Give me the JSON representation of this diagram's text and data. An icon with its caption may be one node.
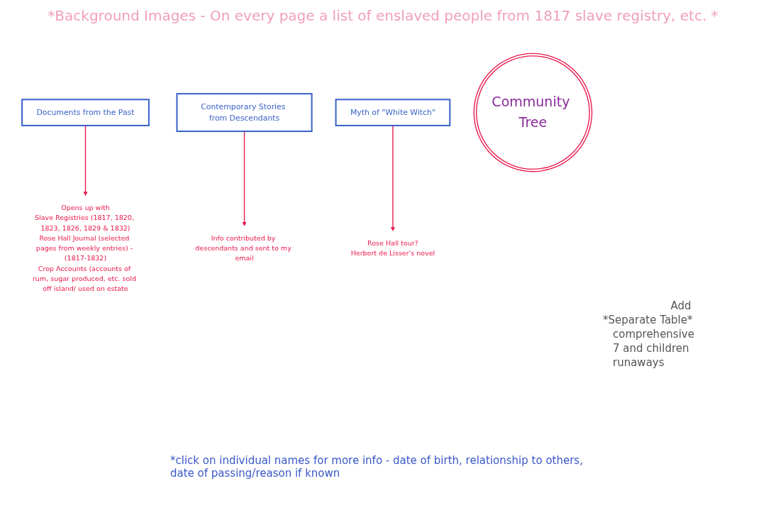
{
  "diagram": {
    "nodes": [
      {
        "text": [
          "Documents from the Past"
        ]
      },
      {
        "text": [
          "Opens up with",
          "Slave Registries (1817, 1820, 1823, 1826, 1829 & 1832)",
          "Rose Hall Journal (selected pages from weekly entries) - (1817-1832)",
          "Crop Accounts (accounts of rum, sugar produced, etc. sold off island/ used on estate"
        ]
      },
      {
        "text": [
          "Contemporary Stories from Descendants"
        ]
      },
      {
        "text": [
          "Info contributed by descendants and sent to my email"
        ]
      },
      {
        "text": [
          "Myth of \"White Witch\""
        ]
      },
      {
        "text": [
          "Rose Hall tour?",
          "Herbert de Lisser's novel"
        ]
      },
      {
        "text": [
          "Community Tree"
        ]
      }
    ],
    "edges": [
      {
        "from": 0,
        "to": 1,
        "arrow": "to"
      },
      {
        "from": 2,
        "to": 3,
        "arrow": "to"
      },
      {
        "from": 4,
        "to": 5,
        "arrow": "to"
      }
    ],
    "labels": [
      "*Background Images - On every page a list of enslaved people from 1817 slave registry, etc. *",
      "Add",
      "*Separate Table*",
      "comprehensive",
      "7 and children",
      "runaways",
      "*click on individual names for more info - date of birth, relationship to others, date of passing/reason if known"
    ]
  }
}
